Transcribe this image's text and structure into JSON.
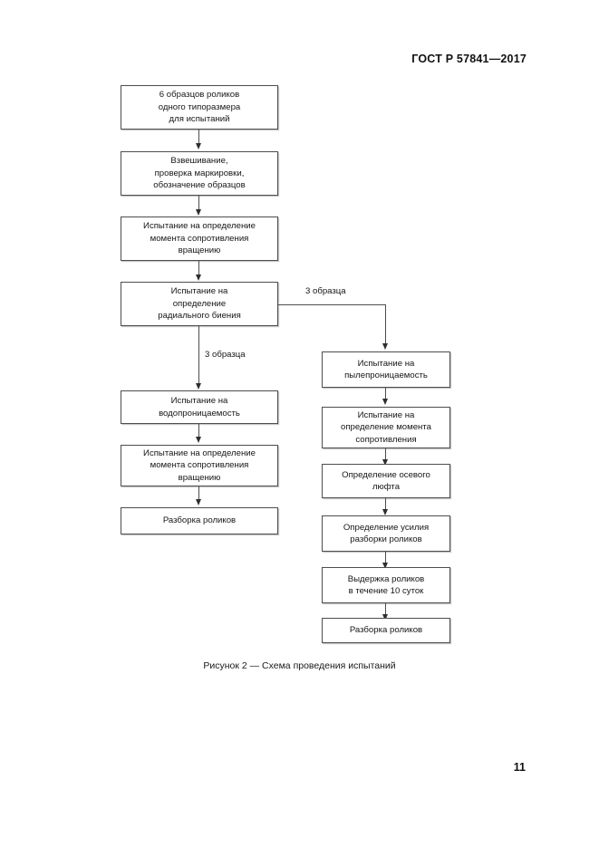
{
  "document": {
    "standard_header": "ГОСТ Р 57841—2017",
    "page_number": "11",
    "figure_caption": "Рисунок 2 — Схема проведения испытаний"
  },
  "flowchart": {
    "type": "flowchart",
    "title": "Схема проведения испытаний",
    "nodes": [
      {
        "id": "n1",
        "label": "6 образцов роликов\nодного типоразмера\nдля испытаний",
        "column": "main"
      },
      {
        "id": "n2",
        "label": "Взвешивание,\nпроверка маркировки,\nобозначение образцов",
        "column": "main"
      },
      {
        "id": "n3",
        "label": "Испытание на определение\nмомента сопротивления\nвращению",
        "column": "main"
      },
      {
        "id": "n4",
        "label": "Испытание на\nопределение\nрадиального биения",
        "column": "main"
      },
      {
        "id": "n5",
        "label": "Испытание на\nводопроницаемость",
        "column": "left"
      },
      {
        "id": "n6",
        "label": "Испытание на определение\nмомента сопротивления\nвращению",
        "column": "left"
      },
      {
        "id": "n7",
        "label": "Разборка роликов",
        "column": "left"
      },
      {
        "id": "n8",
        "label": "Испытание на\nпылепроницаемость",
        "column": "right"
      },
      {
        "id": "n9",
        "label": "Испытание на\nопределение момента\nсопротивления",
        "column": "right"
      },
      {
        "id": "n10",
        "label": "Определение осевого\nлюфта",
        "column": "right"
      },
      {
        "id": "n11",
        "label": "Определение усилия\nразборки роликов",
        "column": "right"
      },
      {
        "id": "n12",
        "label": "Выдержка роликов\nв течение 10 суток",
        "column": "right"
      },
      {
        "id": "n13",
        "label": "Разборка роликов",
        "column": "right"
      }
    ],
    "edge_labels": {
      "branch_right": "3 образца",
      "branch_left": "3 образца"
    },
    "colors": {
      "box_border": "#4d4d4d",
      "box_shadow": "#c9c9c9",
      "connector": "#4d4d4d",
      "text": "#161616",
      "page_background": "#ffffff"
    }
  }
}
